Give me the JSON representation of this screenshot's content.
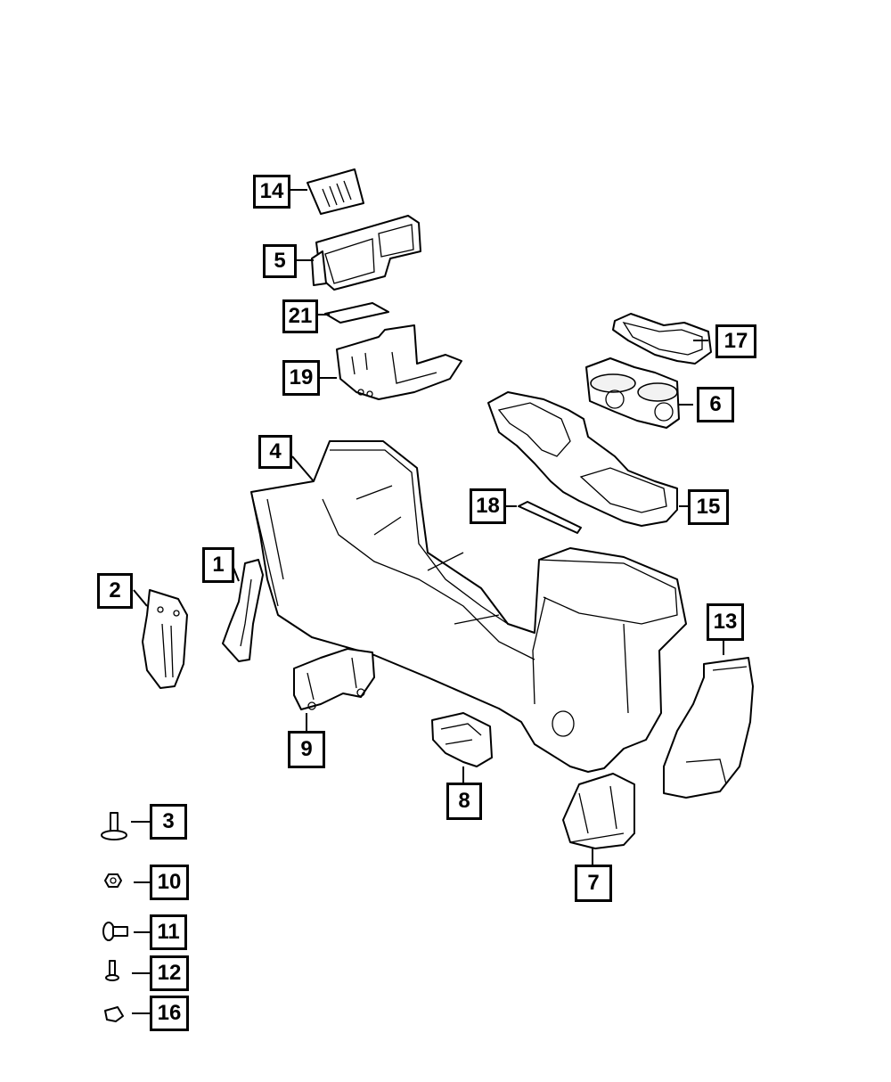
{
  "diagram": {
    "callouts": [
      {
        "id": "c1",
        "label": "1"
      },
      {
        "id": "c2",
        "label": "2"
      },
      {
        "id": "c3",
        "label": "3"
      },
      {
        "id": "c4",
        "label": "4"
      },
      {
        "id": "c5",
        "label": "5"
      },
      {
        "id": "c6",
        "label": "6"
      },
      {
        "id": "c7",
        "label": "7"
      },
      {
        "id": "c8",
        "label": "8"
      },
      {
        "id": "c9",
        "label": "9"
      },
      {
        "id": "c10",
        "label": "10"
      },
      {
        "id": "c11",
        "label": "11"
      },
      {
        "id": "c12",
        "label": "12"
      },
      {
        "id": "c13",
        "label": "13"
      },
      {
        "id": "c14",
        "label": "14"
      },
      {
        "id": "c15",
        "label": "15"
      },
      {
        "id": "c16",
        "label": "16"
      },
      {
        "id": "c17",
        "label": "17"
      },
      {
        "id": "c18",
        "label": "18"
      },
      {
        "id": "c19",
        "label": "19"
      },
      {
        "id": "c21",
        "label": "21"
      }
    ]
  }
}
